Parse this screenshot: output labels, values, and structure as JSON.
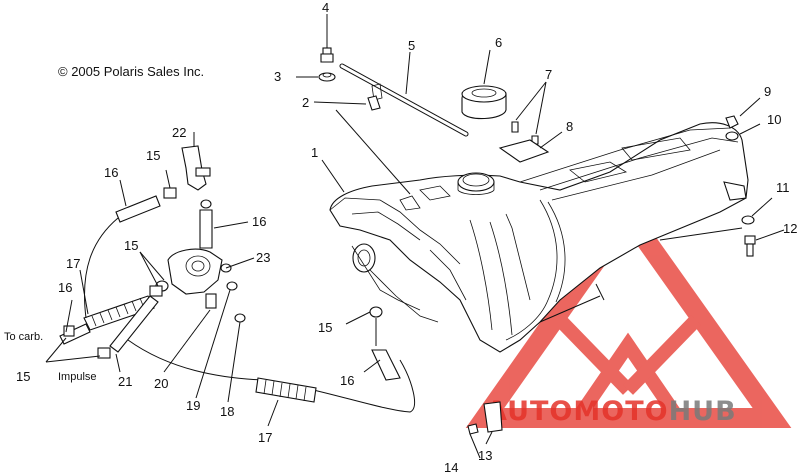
{
  "copyright": "© 2005 Polaris Sales Inc.",
  "side_labels": {
    "to_carb": "To carb.",
    "impulse": "Impulse"
  },
  "callouts": [
    "1",
    "2",
    "3",
    "4",
    "5",
    "6",
    "7",
    "8",
    "9",
    "10",
    "11",
    "12",
    "13",
    "14",
    "15",
    "15",
    "15",
    "15",
    "16",
    "16",
    "16",
    "16",
    "17",
    "17",
    "18",
    "19",
    "20",
    "21",
    "22",
    "23"
  ],
  "watermark": {
    "text_auto": "AUTO",
    "text_moto": "MOTO",
    "text_hub": "HUB",
    "accent_color": "#e5332a",
    "dark_color": "#7a7a7a"
  }
}
